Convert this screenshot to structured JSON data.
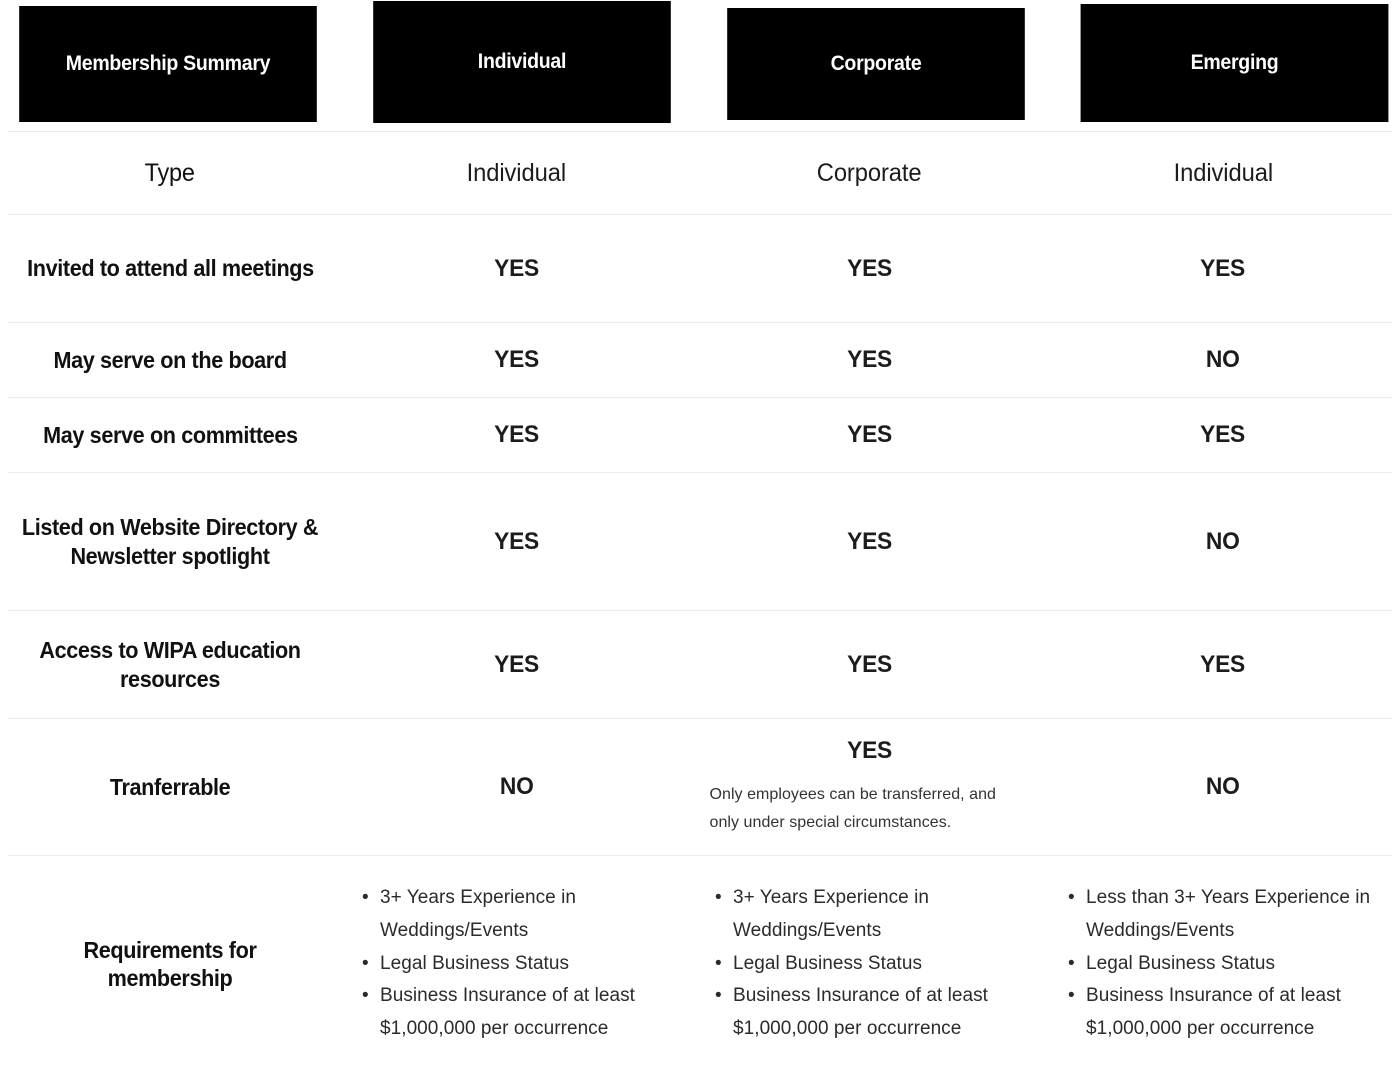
{
  "table": {
    "columns": [
      {
        "header": "Membership Summary",
        "key": "summary"
      },
      {
        "header": "Individual",
        "key": "individual"
      },
      {
        "header": "Corporate",
        "key": "corporate"
      },
      {
        "header": "Emerging",
        "key": "emerging"
      }
    ],
    "header_background": "#000000",
    "header_text_color": "#ffffff",
    "separator_color": "#ededed",
    "rows": [
      {
        "label": "Type",
        "label_style": "light",
        "values": [
          "Individual",
          "Corporate",
          "Individual"
        ],
        "value_style": "light"
      },
      {
        "label": "Invited to attend all meetings",
        "values": [
          "YES",
          "YES",
          "YES"
        ]
      },
      {
        "label": "May serve on the board",
        "values": [
          "YES",
          "YES",
          "NO"
        ]
      },
      {
        "label": "May serve on committees",
        "values": [
          "YES",
          "YES",
          "YES"
        ]
      },
      {
        "label": "Listed on Website Directory & Newsletter spotlight",
        "values": [
          "YES",
          "YES",
          "NO"
        ]
      },
      {
        "label": "Access to WIPA education resources",
        "values": [
          "YES",
          "YES",
          "YES"
        ]
      },
      {
        "label": "Tranferrable",
        "values": [
          "NO",
          "YES",
          "NO"
        ],
        "notes": [
          "",
          "Only employees can be transferred, and only under special circumstances.",
          ""
        ]
      },
      {
        "label": "Requirements for membership",
        "lists": [
          [
            "3+ Years Experience in Weddings/Events",
            "Legal Business Status",
            "Business Insurance of at least $1,000,000 per occurrence"
          ],
          [
            "3+ Years Experience in Weddings/Events",
            "Legal Business Status",
            "Business Insurance of at least $1,000,000 per occurrence"
          ],
          [
            "Less than 3+ Years Experience in Weddings/Events",
            "Legal Business Status",
            "Business Insurance of at least $1,000,000 per occurrence"
          ]
        ]
      }
    ]
  }
}
